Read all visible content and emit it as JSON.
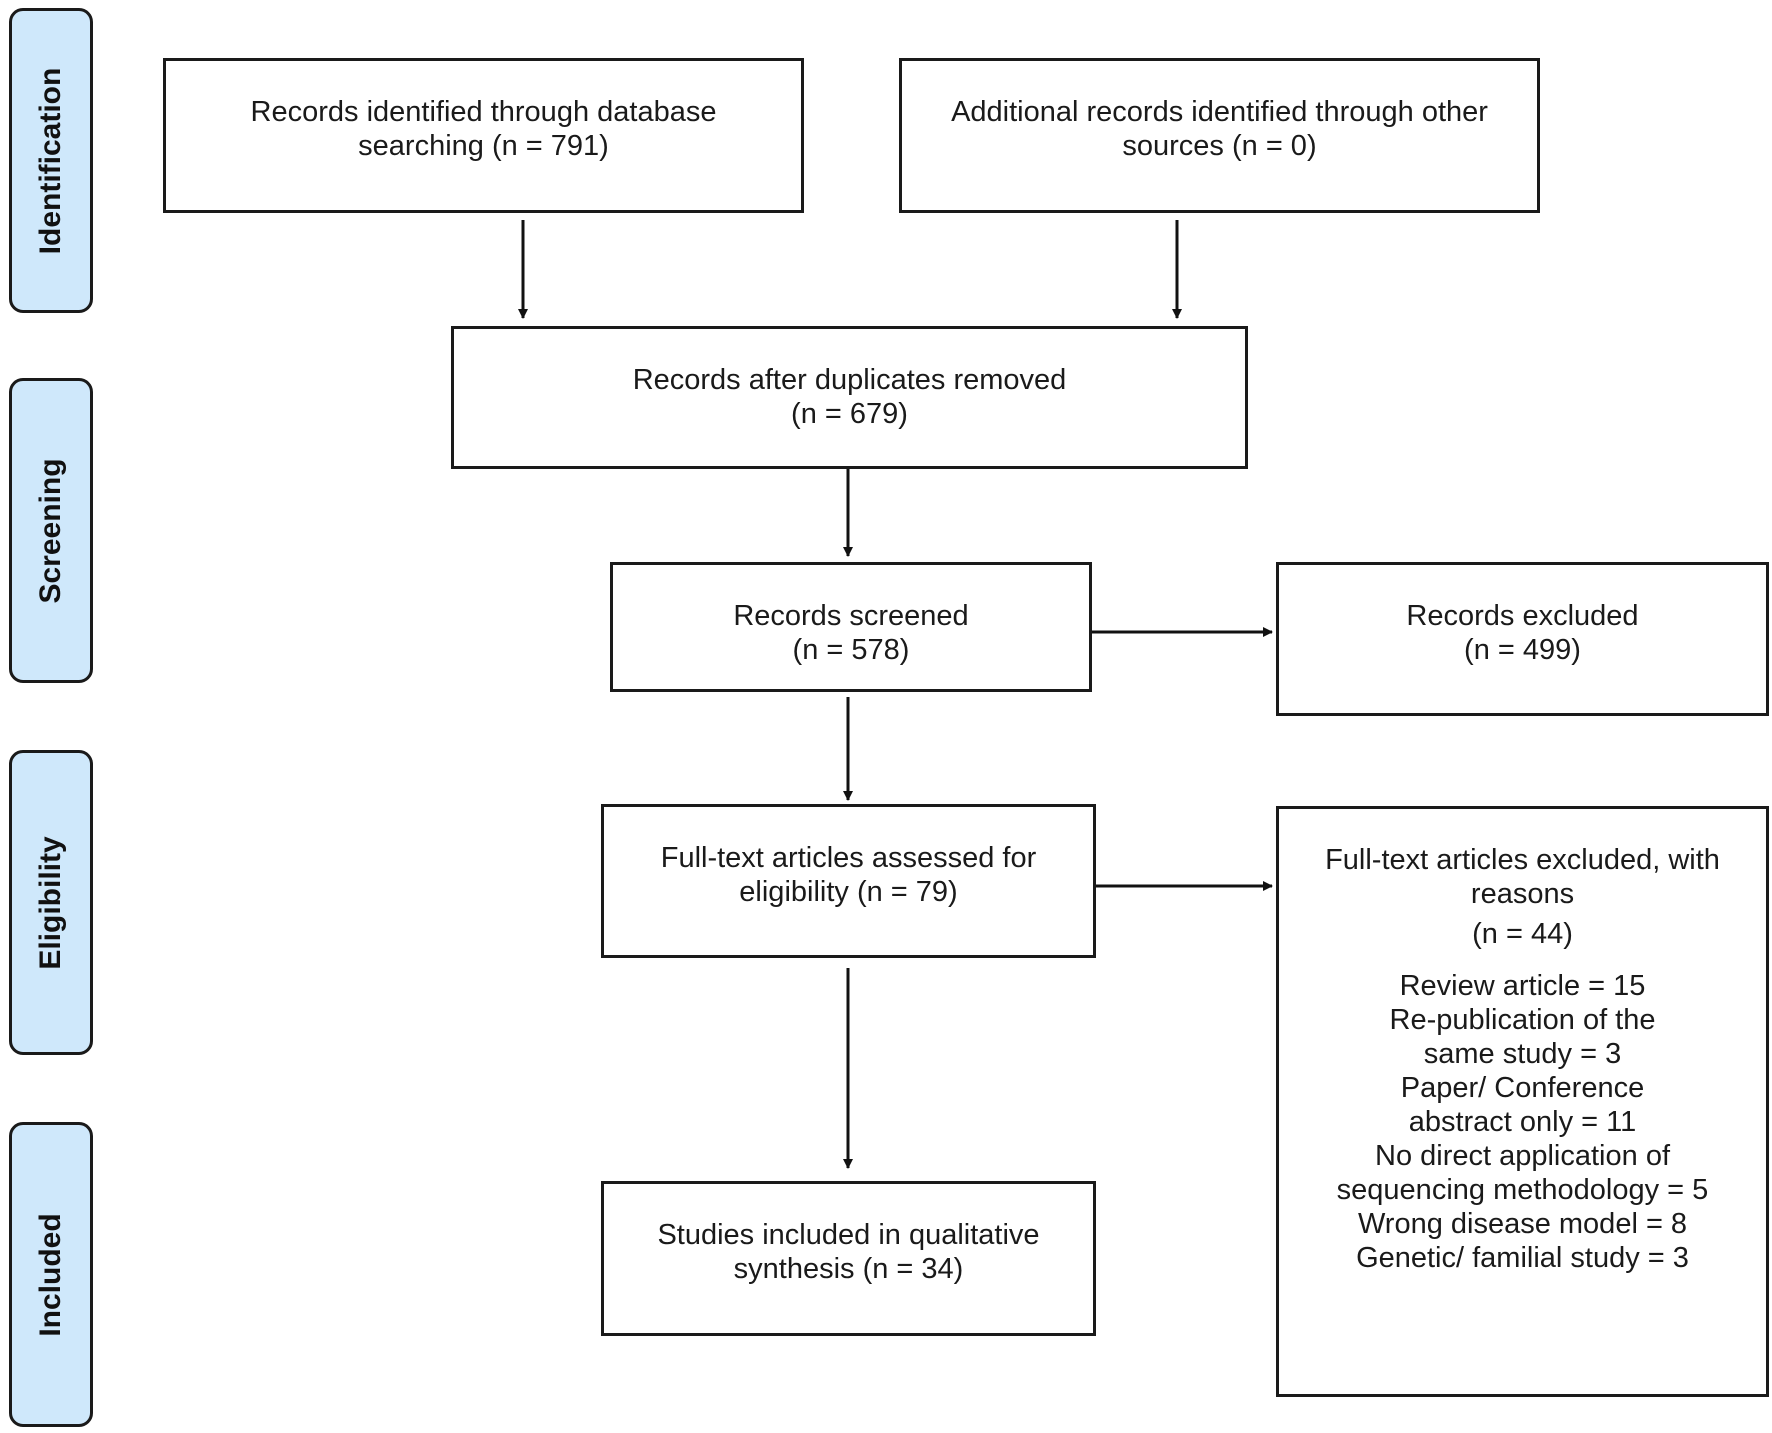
{
  "phases": {
    "identification": "Identification",
    "screening": "Screening",
    "eligibility": "Eligibility",
    "included": "Included"
  },
  "boxes": {
    "database": {
      "text": "Records identified through database searching (n = 791)"
    },
    "other_sources": {
      "text": "Additional records identified through other sources (n = 0)"
    },
    "after_duplicates": {
      "text": "Records after duplicates removed",
      "n": "(n = 679)"
    },
    "screened": {
      "text": "Records screened",
      "n": "(n = 578)"
    },
    "excluded": {
      "text": "Records excluded",
      "n": "(n = 499)"
    },
    "fulltext_assessed": {
      "text": "Full-text articles assessed for eligibility (n = 79)"
    },
    "fulltext_excluded": {
      "text": "Full-text articles excluded, with reasons",
      "n": "(n = 44)",
      "reasons": [
        "Review article = 15",
        "Re-publication of the same study = 3",
        "Paper/ Conference abstract only = 11",
        "No direct application of sequencing methodology = 5",
        "Wrong disease model = 8",
        "Genetic/ familial study = 3"
      ]
    },
    "included": {
      "text": "Studies included in qualitative synthesis (n = 34)"
    }
  }
}
